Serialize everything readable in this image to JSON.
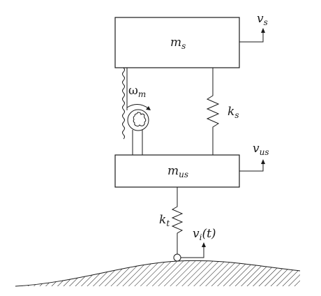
{
  "sprung_mass": {
    "main": "m",
    "sub": "s"
  },
  "unsprung_mass": {
    "main": "m",
    "sub": "us"
  },
  "suspension_spring": {
    "main": "k",
    "sub": "s"
  },
  "tire_spring": {
    "main": "k",
    "sub": "t"
  },
  "motor_speed": {
    "main": "ω",
    "sub": "m"
  },
  "sprung_velocity": {
    "main": "v",
    "sub": "s"
  },
  "unsprung_velocity": {
    "main": "v",
    "sub": "us"
  },
  "road_input": {
    "main": "v",
    "sub": "i",
    "arg": "(t)"
  }
}
